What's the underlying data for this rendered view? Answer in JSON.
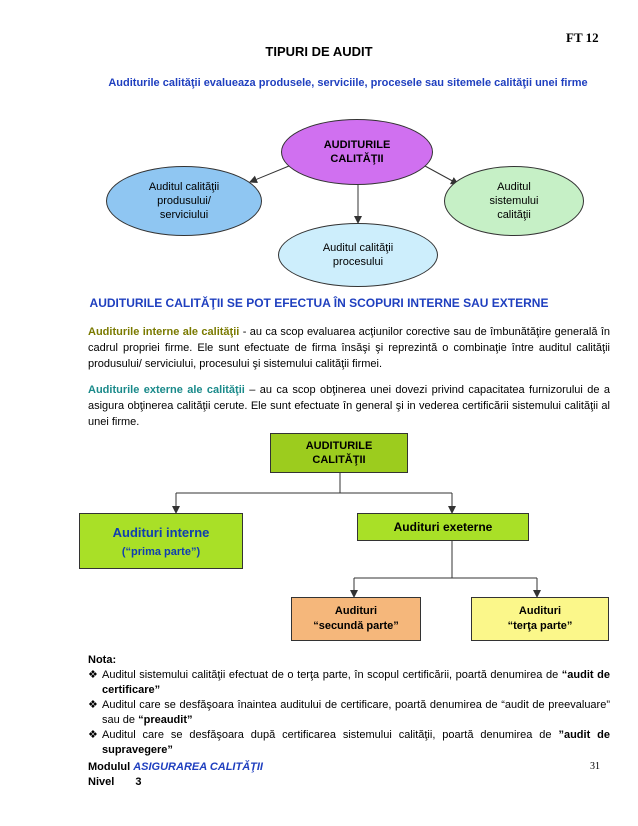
{
  "header": {
    "code": "FT 12",
    "title": "TIPURI DE AUDIT"
  },
  "intro": "Auditurile calităţii  evalueaza produsele, serviciile, procesele sau sitemele calităţii unei firme",
  "diagram1": {
    "center": "AUDITURILE CALITĂŢII",
    "left": "Auditul calităţii produsului/ serviciului",
    "right": "Auditul sistemului calităţii",
    "bottom": "Auditul calităţii procesului"
  },
  "section_heading": "AUDITURILE CALITĂŢII SE POT EFECTUA ÎN SCOPURI INTERNE SAU EXTERNE",
  "para_internal": {
    "lead": "Auditurile interne ale calităţii",
    "text": " - au ca scop evaluarea acţiunilor corective sau de îmbunătăţire generală în cadrul propriei firme. Ele sunt efectuate de firma însăşi şi reprezintă o combinaţie între auditul calităţii produsului/ serviciului, procesului şi sistemului calităţii firmei."
  },
  "para_external": {
    "lead": "Auditurile externe ale calităţii",
    "text": " – au ca scop obţinerea unei dovezi privind capacitatea furnizorului de a asigura obţinerea calităţii cerute. Ele sunt efectuate în general şi in vederea certificării sistemului calităţii al unei firme."
  },
  "diagram2": {
    "root": "AUDITURILE CALITĂŢII",
    "internal": "Audituri interne",
    "internal_sub": "(“prima parte”)",
    "external": "Audituri exeterne",
    "second_a": "Audituri",
    "second_b": "“secundă parte”",
    "third_a": "Audituri",
    "third_b": "“terţa parte”"
  },
  "notes": {
    "label": "Nota:",
    "items": [
      {
        "text": "Auditul sistemului calităţii efectuat de o terţa parte, în scopul certificării, poartă denumirea de ",
        "bold": "“audit de certificare”"
      },
      {
        "text": "Auditul care se desfăşoara înaintea auditului de certificare, poartă denumirea de “audit de preevaluare” sau de ",
        "bold": "“preaudit”"
      },
      {
        "text": "Auditul care se desfăşoara după certificarea sistemului calităţii, poartă denumirea de ",
        "bold": "”audit de supravegere”"
      }
    ]
  },
  "footer": {
    "module_label": "Modulul",
    "module_name": "ASIGURAREA CALITĂŢII",
    "level_label": "Nivel",
    "level_value": "3",
    "page_number": "31"
  }
}
